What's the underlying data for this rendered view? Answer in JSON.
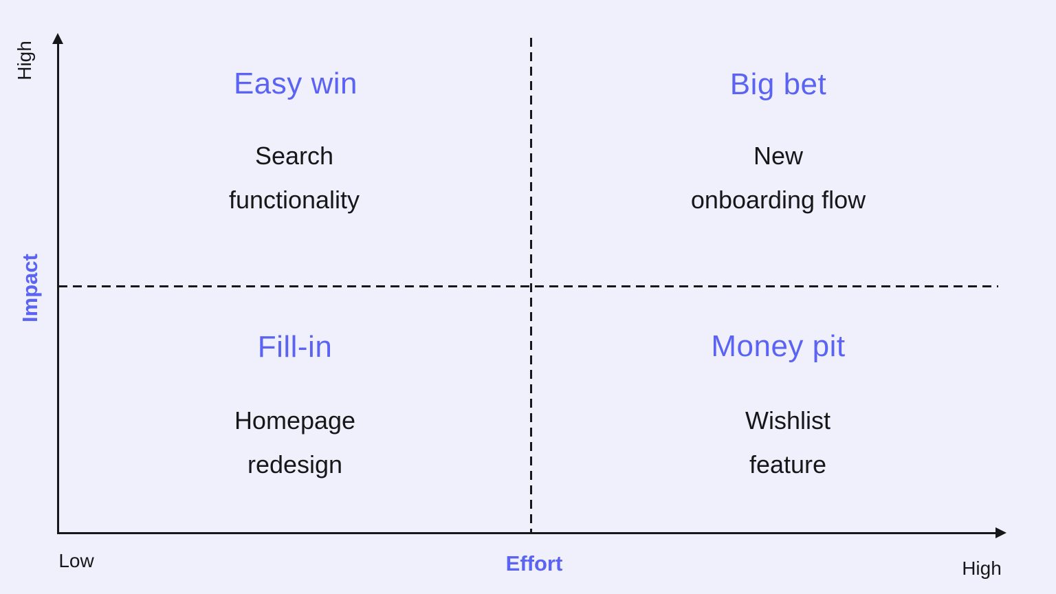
{
  "canvas": {
    "background_color": "#eff0fb",
    "accent_color": "#5b63f2",
    "ink_color": "#17171a"
  },
  "axes": {
    "y_axis_name": "Impact",
    "y_top_label": "High",
    "x_axis_name": "Effort",
    "x_left_label": "Low",
    "x_right_label": "High"
  },
  "quadrants": [
    {
      "position": "top-left",
      "title": "Easy win",
      "item_line1": "Search",
      "item_line2": "functionality"
    },
    {
      "position": "top-right",
      "title": "Big bet",
      "item_line1": "New",
      "item_line2": "onboarding flow"
    },
    {
      "position": "bottom-left",
      "title": "Fill-in",
      "item_line1": "Homepage",
      "item_line2": "redesign"
    },
    {
      "position": "bottom-right",
      "title": "Money pit",
      "item_line1": "Wishlist",
      "item_line2": "feature"
    }
  ]
}
